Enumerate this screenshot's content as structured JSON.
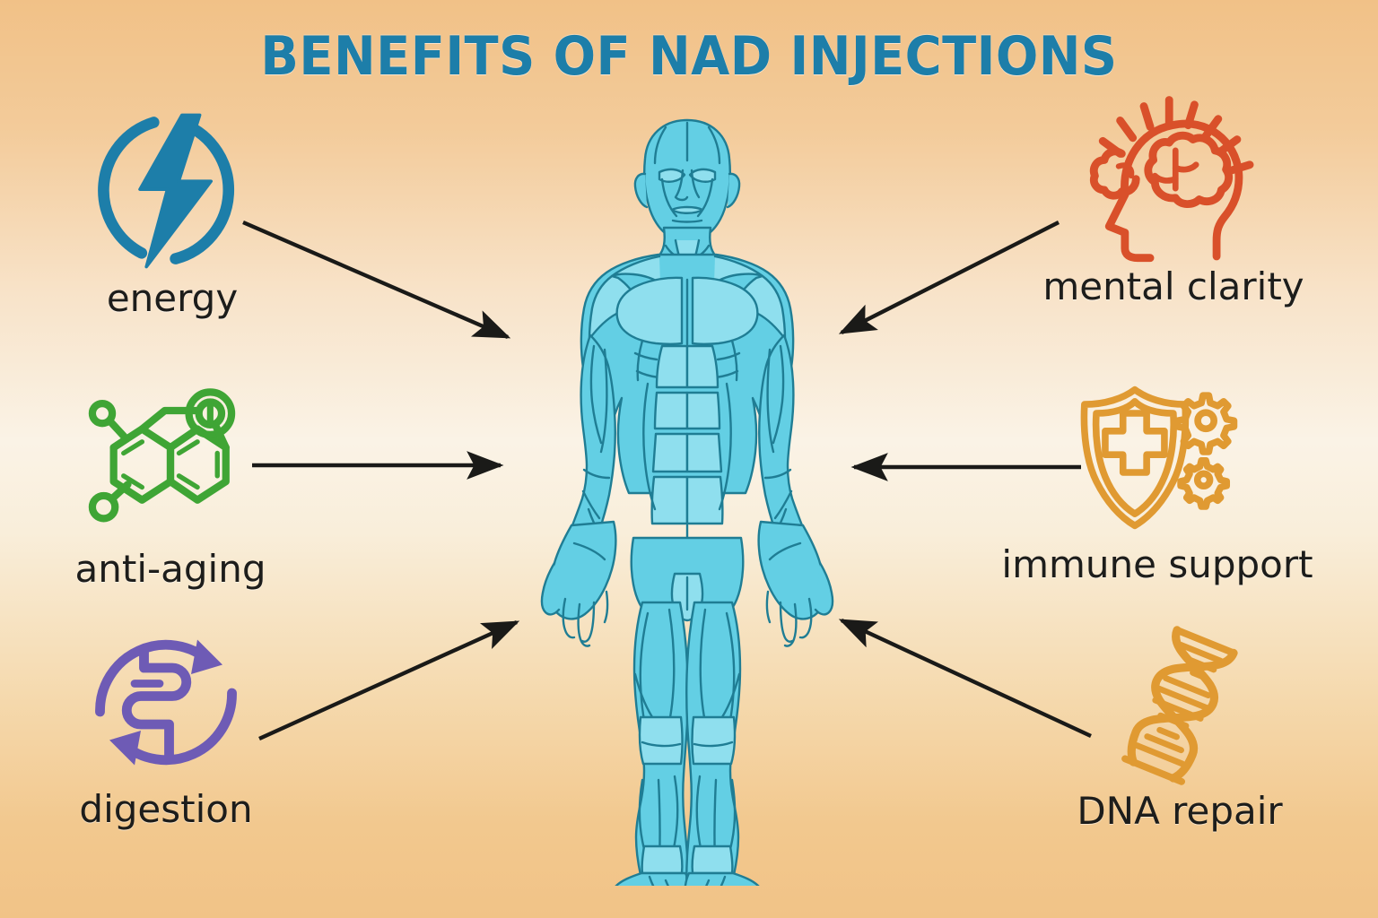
{
  "poster": {
    "title": "BENEFITS OF NAD INJECTIONS",
    "title_color": "#1d7ea9",
    "background_top_color": "#f1c187",
    "background_mid_color": "#faf3e6",
    "background_bottom_color": "#f1c387",
    "arrow_color": "#1a1a18",
    "label_color": "#1d1d1b"
  },
  "figure": {
    "name": "human-anatomy-muscular-figure",
    "fill_color": "#63cfe4",
    "light_fill_color": "#8fdfee",
    "outline_color": "#1f7d94"
  },
  "benefits_left": [
    {
      "id": "energy",
      "label": "energy",
      "icon": "lightning-bolt-circle-icon",
      "icon_color": "#1d7ea9"
    },
    {
      "id": "anti-aging",
      "label": "anti-aging",
      "icon": "molecule-icon",
      "icon_color": "#3fa535"
    },
    {
      "id": "digestion",
      "label": "digestion",
      "icon": "digestive-cycle-icon",
      "icon_color": "#6e5bb5"
    }
  ],
  "benefits_right": [
    {
      "id": "mental-clarity",
      "label": "mental clarity",
      "icon": "head-brain-icon",
      "icon_color": "#d9502a"
    },
    {
      "id": "immune-support",
      "label": "immune support",
      "icon": "shield-cross-gears-icon",
      "icon_color": "#e09a32"
    },
    {
      "id": "dna-repair",
      "label": "DNA repair",
      "icon": "dna-helix-icon",
      "icon_color": "#e09a32"
    }
  ],
  "arrows": [
    {
      "id": "arrow-energy-to-body",
      "from": "energy",
      "to": "body",
      "direction": "down-right"
    },
    {
      "id": "arrow-antiaging-to-body",
      "from": "anti-aging",
      "to": "body",
      "direction": "right"
    },
    {
      "id": "arrow-digestion-to-body",
      "from": "digestion",
      "to": "body",
      "direction": "up-right"
    },
    {
      "id": "arrow-mental-to-body",
      "from": "mental clarity",
      "to": "body",
      "direction": "down-left"
    },
    {
      "id": "arrow-immune-to-body",
      "from": "immune support",
      "to": "body",
      "direction": "left"
    },
    {
      "id": "arrow-dna-to-body",
      "from": "DNA repair",
      "to": "body",
      "direction": "up-left"
    }
  ]
}
